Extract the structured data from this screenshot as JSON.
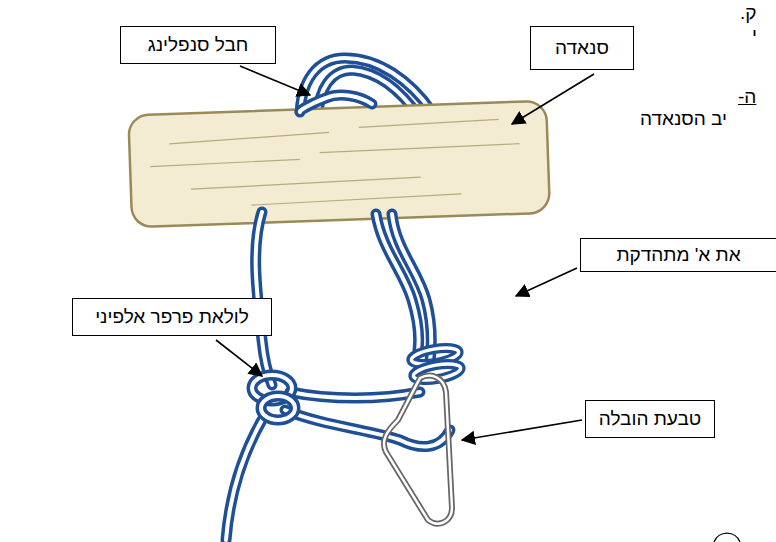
{
  "diagram": {
    "nodes": [
      {
        "text": [
          "חבל סנפלינג"
        ]
      },
      {
        "text": [
          "סנאדה"
        ]
      },
      {
        "text": [
          "את א' מתהדקת"
        ]
      },
      {
        "text": [
          "לולאת פרפר אלפיני"
        ]
      },
      {
        "text": [
          "טבעת הובלה"
        ]
      }
    ],
    "labels": [
      "ק.",
      "י",
      "ה-",
      "יב הסנאדה"
    ]
  }
}
